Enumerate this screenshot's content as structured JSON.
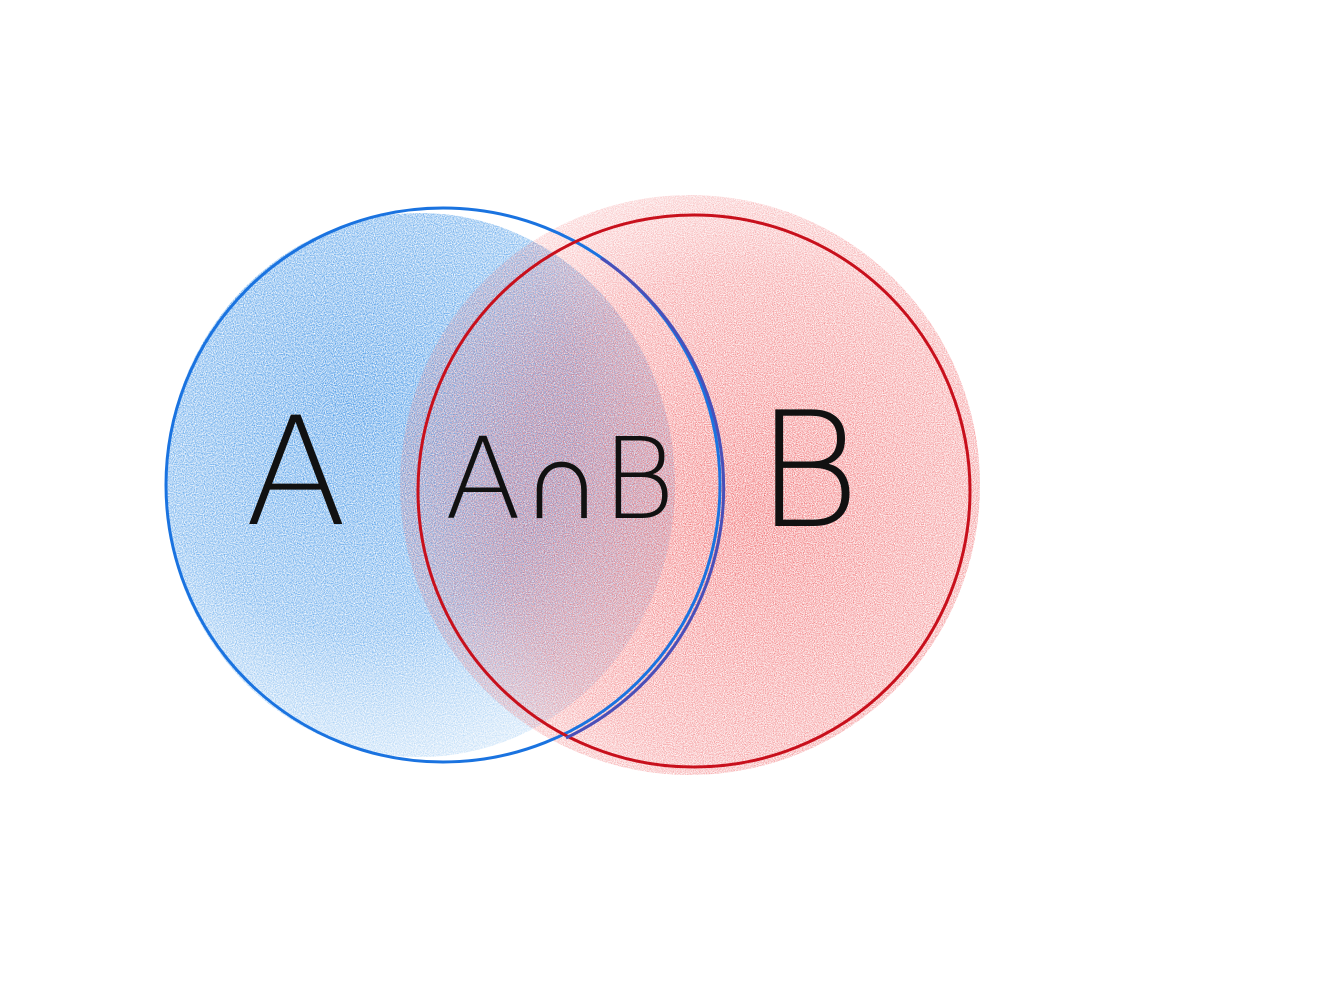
{
  "diagram": {
    "sets": [
      {
        "id": "A",
        "label": "A",
        "stroke": "#1a73e0",
        "fill": "#1e7fe0"
      },
      {
        "id": "B",
        "label": "B",
        "stroke": "#c8101c",
        "fill": "#e8262a"
      }
    ],
    "intersection": {
      "label": "A∩B"
    }
  }
}
